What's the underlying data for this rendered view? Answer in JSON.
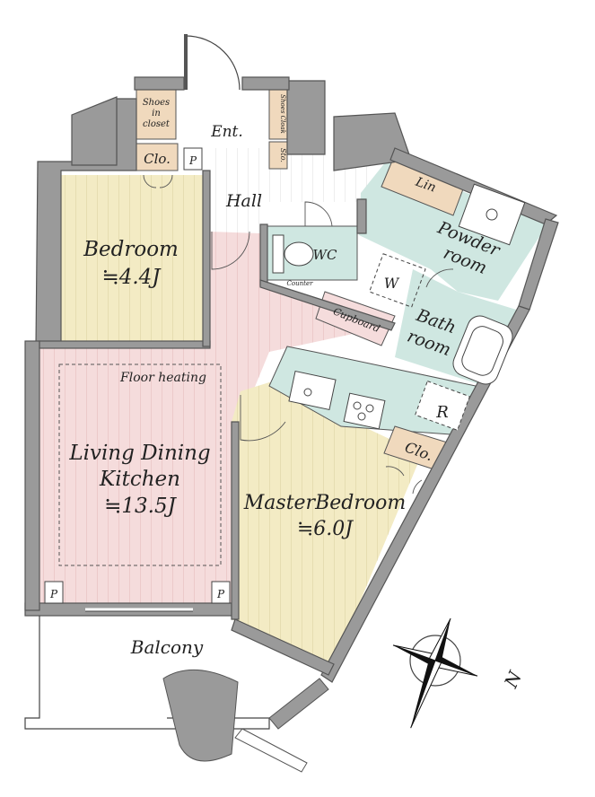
{
  "rooms": {
    "shoes_in_closet": [
      "Shoes",
      "in",
      "closet"
    ],
    "entrance": "Ent.",
    "shoes_cloak": "Shoes Cloak",
    "storage": "Sto.",
    "closet_small": "Clo.",
    "pipe_space": "P",
    "hall": "Hall",
    "bedroom": "Bedroom",
    "bedroom_size": "≒4.4J",
    "wc": "WC",
    "counter": "Counter",
    "linen": "Lin",
    "powder_room": [
      "Powder",
      "room"
    ],
    "washer": "W",
    "cupboard": "Cupboard",
    "bath_room": [
      "Bath",
      "room"
    ],
    "floor_heating": "Floor heating",
    "ldk": [
      "Living Dining",
      "Kitchen"
    ],
    "ldk_size": "≒13.5J",
    "refrigerator": "R",
    "closet_master": "Clo.",
    "master_bedroom": "MasterBedroom",
    "master_size": "≒6.0J",
    "balcony": "Balcony"
  },
  "compass": {
    "label": "N"
  },
  "colors": {
    "bedroom": "#f3ebc4",
    "ldk": "#f5dcdc",
    "wet_area": "#cfe7e1",
    "storage": "#f0d9bd",
    "wall": "#9a9a9a",
    "hall": "#ffffff"
  }
}
